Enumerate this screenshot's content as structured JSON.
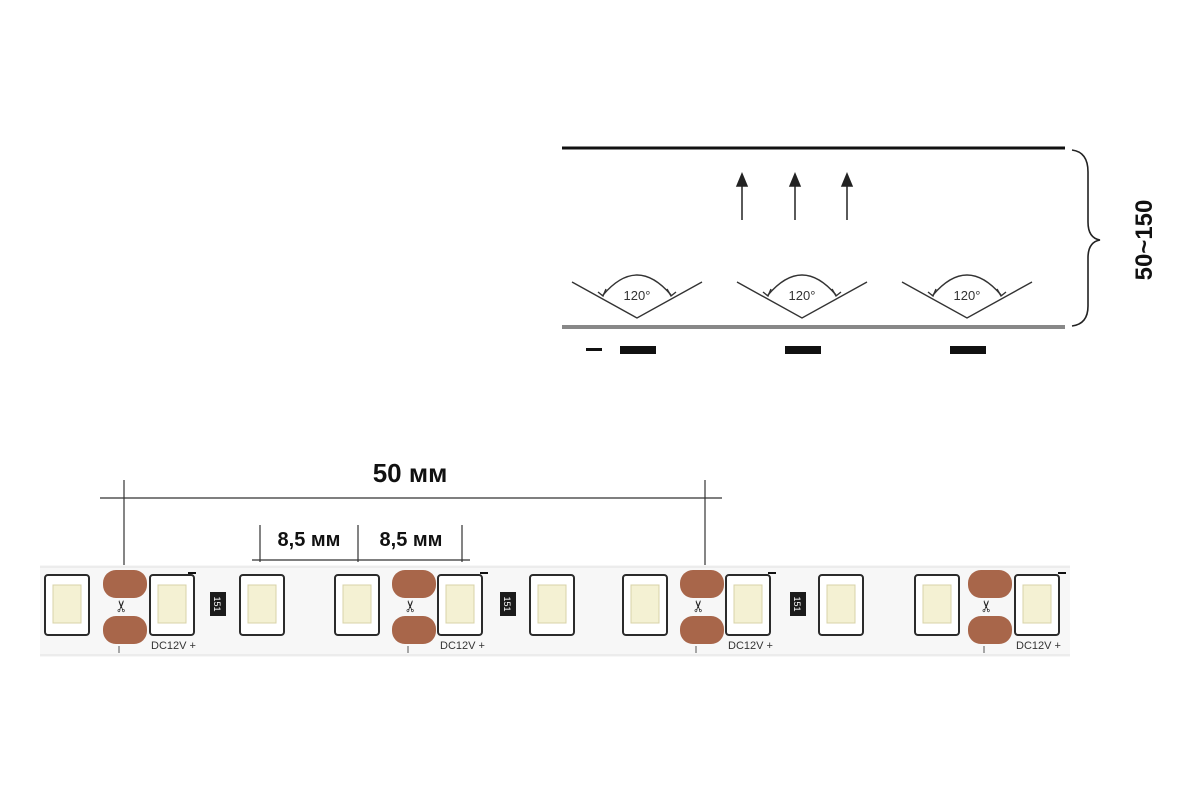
{
  "beam_diagram": {
    "height_range_label": "50~150",
    "angle_labels": [
      "120°",
      "120°",
      "120°"
    ]
  },
  "strip": {
    "pitch_label": "50 мм",
    "led_spacing_labels": [
      "8,5 мм",
      "8,5 мм"
    ],
    "voltage_labels": [
      "DC12V +",
      "DC12V +",
      "DC12V +",
      "DC12V +"
    ],
    "resistor_labels": [
      "151",
      "151",
      "151"
    ],
    "cut_mark_icon": "scissors-icon"
  },
  "colors": {
    "strip": "#f7f7f7",
    "led_frame": "#2b2b2b",
    "led_chip": "#f4f1d3",
    "copper_pad": "#a8664a",
    "line": "#222222"
  }
}
